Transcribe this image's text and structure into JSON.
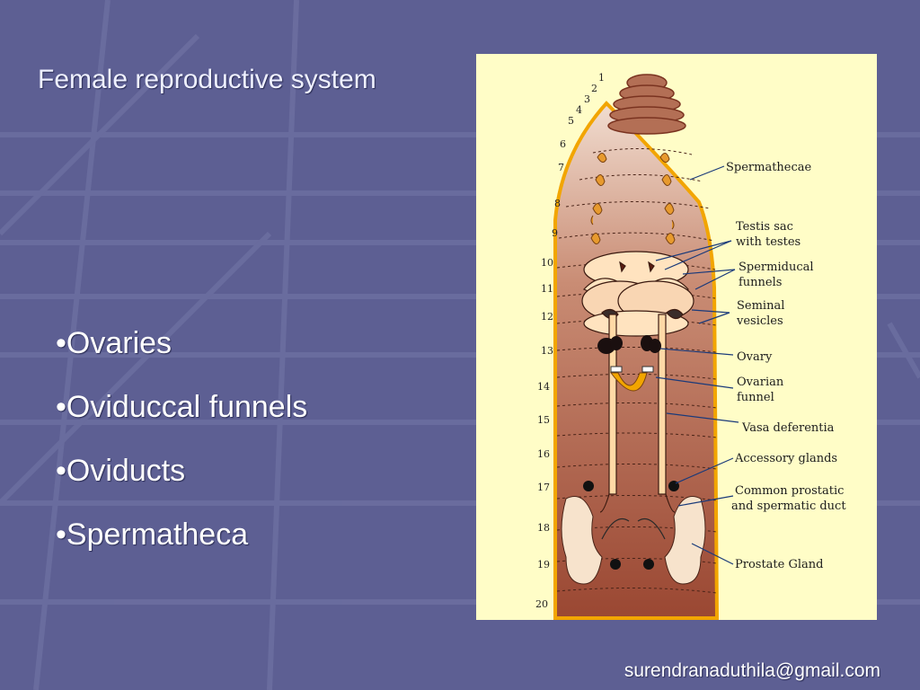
{
  "slide": {
    "title": "Female reproductive system",
    "bullets": [
      "•Ovaries",
      "•Oviduccal funnels",
      "•Oviducts",
      "•Spermatheca"
    ],
    "footer": "surendranaduthila@gmail.com"
  },
  "diagram": {
    "segment_numbers": [
      "1",
      "2",
      "3",
      "4",
      "5",
      "6",
      "7",
      "8",
      "9",
      "10",
      "11",
      "12",
      "13",
      "14",
      "15",
      "16",
      "17",
      "18",
      "19",
      "20"
    ],
    "labels": {
      "spermathecae": "Spermathecae",
      "testis_sac_1": "Testis sac",
      "testis_sac_2": "with testes",
      "spermiducal_1": "Spermiducal",
      "spermiducal_2": "funnels",
      "seminal_1": "Seminal",
      "seminal_2": "vesicles",
      "ovary": "Ovary",
      "ovarian_funnel_1": "Ovarian",
      "ovarian_funnel_2": "funnel",
      "vasa_deferentia": "Vasa deferentia",
      "accessory_glands": "Accessory glands",
      "prostatic_duct_1": "Common prostatic",
      "prostatic_duct_2": "and spermatic duct",
      "prostate_gland": "Prostate Gland"
    },
    "colors": {
      "body_top": "#f1ddd0",
      "body_bottom": "#9a4732",
      "outline": "#f2a500",
      "panel_bg": "#fffdc7"
    }
  }
}
